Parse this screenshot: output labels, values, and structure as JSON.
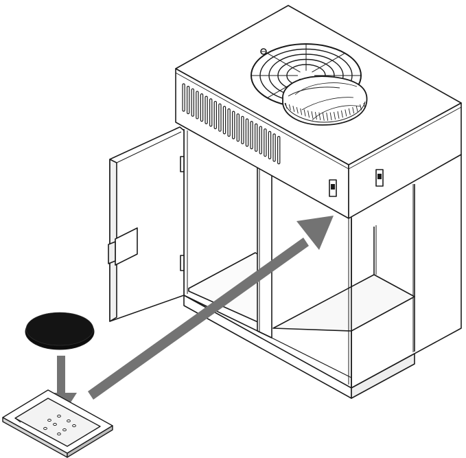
{
  "diagram": {
    "components": [
      {
        "id": "cabinet",
        "type": "open-frame-cabinet",
        "sections": 2
      },
      {
        "id": "cabinet-door",
        "type": "hinged-door",
        "state": "open",
        "hinges": 2
      },
      {
        "id": "top-unit",
        "type": "ventilation-unit",
        "switches": 2
      },
      {
        "id": "fan",
        "type": "grille-fan",
        "grille_rings": 5
      },
      {
        "id": "disc-pad",
        "type": "round-disc"
      },
      {
        "id": "tray",
        "type": "perforated-tray",
        "holes": 8
      }
    ],
    "arrows": [
      {
        "from": "disc-pad",
        "to": "tray",
        "direction": "down"
      },
      {
        "from": "tray",
        "to": "top-unit",
        "direction": "diagonal-up"
      }
    ],
    "colors": {
      "line": "#1a1a1a",
      "arrow": "#737373",
      "disc": "#0d0d0d",
      "background": "#ffffff",
      "shade_light": "#f3f3f3",
      "shade_mid": "#d6d6d6"
    }
  }
}
